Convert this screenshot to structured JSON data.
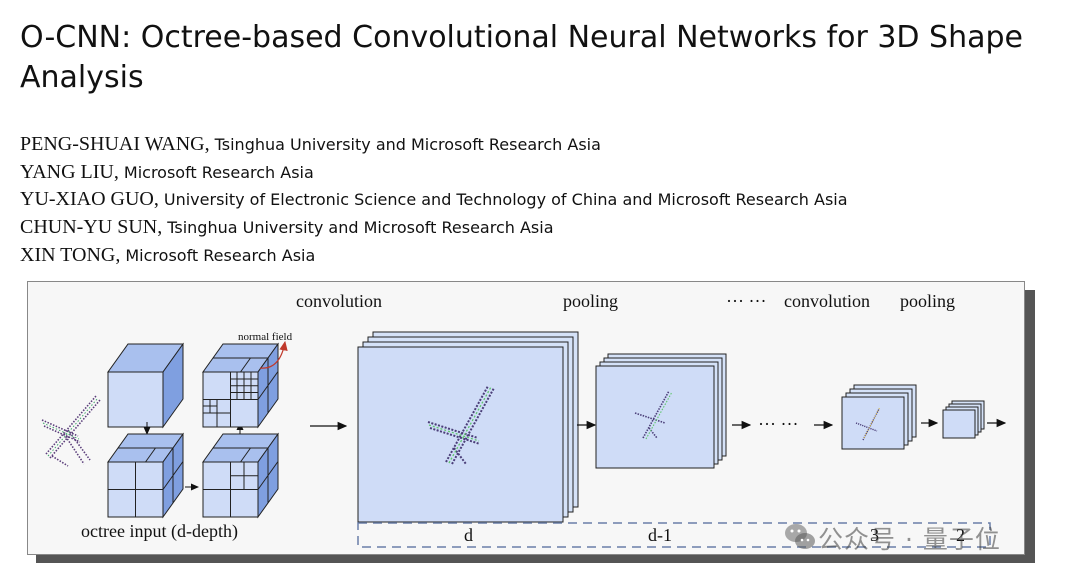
{
  "paper": {
    "title": "O-CNN: Octree-based Convolutional Neural Networks for 3D Shape Analysis",
    "authors": [
      {
        "name": "PENG-SHUAI WANG,",
        "affiliation": "Tsinghua University and Microsoft Research Asia"
      },
      {
        "name": "YANG LIU,",
        "affiliation": "Microsoft Research Asia"
      },
      {
        "name": "YU-XIAO GUO,",
        "affiliation": "University of Electronic Science and Technology of China and Microsoft Research Asia"
      },
      {
        "name": "CHUN-YU SUN,",
        "affiliation": "Tsinghua University and Microsoft Research Asia"
      },
      {
        "name": "XIN TONG,",
        "affiliation": "Microsoft Research Asia"
      }
    ]
  },
  "figure": {
    "labels": {
      "convolution": "convolution",
      "pooling": "pooling",
      "dots_top": "··· ···",
      "convolution2": "convolution",
      "pooling2": "pooling",
      "normal_field": "normal field",
      "octree_input": "octree input (d-depth)",
      "dots_mid": "··· ···",
      "depth_d": "d",
      "depth_d1": "d-1",
      "depth_3": "3",
      "depth_2": "2"
    },
    "colors": {
      "cube_front": "#cfdcf7",
      "cube_top": "#a9c0ee",
      "cube_side": "#7f9fe0",
      "map_fill": "#d5e2f8",
      "dash": "#6a7fa8"
    }
  },
  "watermark": {
    "text": "公众号 · 量子位",
    "icon": "wechat-icon"
  }
}
